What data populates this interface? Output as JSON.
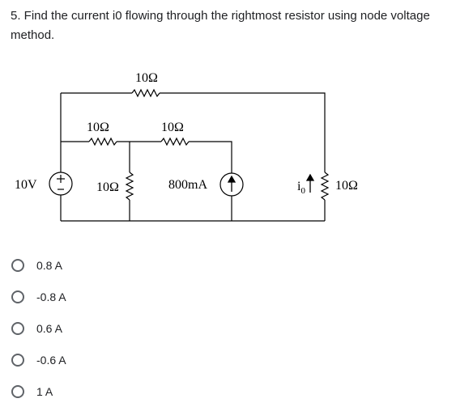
{
  "question": {
    "text": "5. Find the current i0 flowing through the rightmost resistor using node voltage method."
  },
  "circuit": {
    "top_resistor": "10Ω",
    "left_series_resistor": "10Ω",
    "middle_series_resistor": "10Ω",
    "voltage_source": "10V",
    "shunt_resistor": "10Ω",
    "current_source": "800mA",
    "current_label_i": "i",
    "current_label_sub": "0",
    "right_resistor": "10Ω"
  },
  "options": [
    {
      "label": "0.8 A"
    },
    {
      "label": "-0.8 A"
    },
    {
      "label": "0.6 A"
    },
    {
      "label": "-0.6 A"
    },
    {
      "label": "1 A"
    }
  ]
}
